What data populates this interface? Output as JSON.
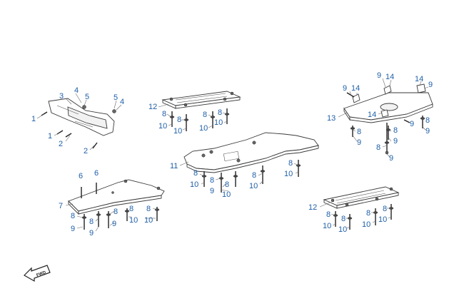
{
  "callouts": {
    "c1": "1",
    "c2": "2",
    "c3": "3",
    "c4": "4",
    "c5": "5",
    "c6": "6",
    "c7": "7",
    "c8": "8",
    "c9": "9",
    "c10": "10",
    "c11": "11",
    "c12": "12",
    "c13": "13",
    "c14": "14"
  },
  "direction_badge": {
    "label": "FWD"
  },
  "colors": {
    "callout": "#1f5fa8",
    "line": "#3a3a3a"
  }
}
